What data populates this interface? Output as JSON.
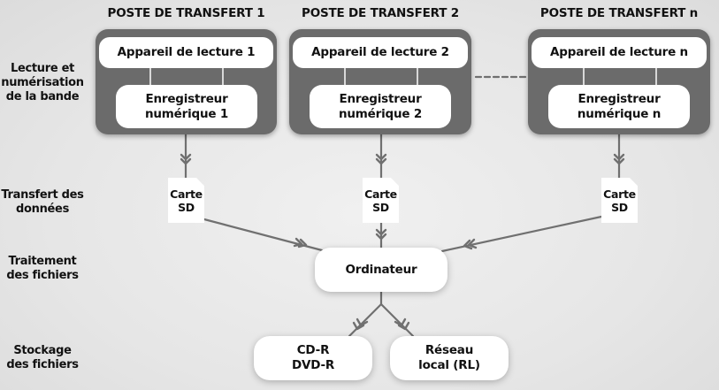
{
  "row_labels": [
    {
      "id": "reading",
      "text": "Lecture et\nnumérisation\nde la bande"
    },
    {
      "id": "transfer",
      "text": "Transfert des\ndonnées"
    },
    {
      "id": "processing",
      "text": "Traitement\ndes fichiers"
    },
    {
      "id": "storage",
      "text": "Stockage\ndes fichiers"
    }
  ],
  "stations": [
    {
      "title": "POSTE DE TRANSFERT 1",
      "player": "Appareil de lecture 1",
      "recorder": "Enregistreur\nnumérique 1",
      "card": "Carte\nSD"
    },
    {
      "title": "POSTE DE TRANSFERT 2",
      "player": "Appareil de lecture 2",
      "recorder": "Enregistreur\nnumérique 2",
      "card": "Carte\nSD"
    },
    {
      "title": "POSTE DE TRANSFERT n",
      "player": "Appareil de lecture n",
      "recorder": "Enregistreur\nnumérique n",
      "card": "Carte\nSD"
    }
  ],
  "computer": {
    "label": "Ordinateur"
  },
  "storage": [
    {
      "label": "CD-R\nDVD-R"
    },
    {
      "label": "Réseau\nlocal (RL)"
    }
  ],
  "colors": {
    "station_fill": "#6b6b6b",
    "line": "#707070",
    "box_fill": "#ffffff",
    "background": "#e8e8e8"
  }
}
